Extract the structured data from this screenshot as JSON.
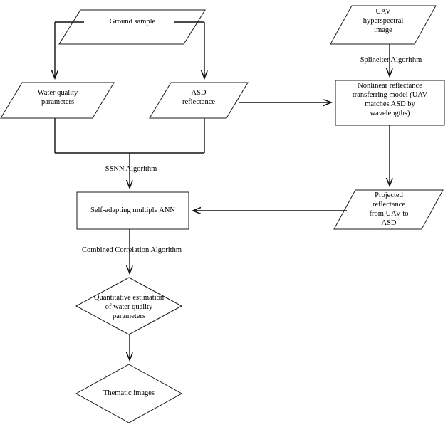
{
  "diagram": {
    "title": "Water quality retrieval workflow flowchart",
    "background_color": "#ffffff",
    "line_color": "#111111",
    "text_color": "#000000"
  },
  "nodes": {
    "ground_sample": {
      "label": "Ground sample",
      "shape": "parallelogram"
    },
    "uav_image": {
      "label": "UAV\nhyperspectral\nimage",
      "shape": "parallelogram"
    },
    "water_quality": {
      "label": "Water quality\nparameters",
      "shape": "parallelogram"
    },
    "asd_reflectance": {
      "label": "ASD\nreflectance",
      "shape": "parallelogram"
    },
    "nonlinear_model": {
      "label": "Nonlinear reflectance\ntransferring model (UAV\nmatches ASD by\nwavelengths)",
      "shape": "rectangle"
    },
    "projected_reflectance": {
      "label": "Projected\nreflectance\nfrom UAV to\nASD",
      "shape": "parallelogram"
    },
    "ann": {
      "label": "Self-adapting multiple ANN",
      "shape": "rectangle"
    },
    "quantitative_estimation": {
      "label": "Quantitative estimation\nof water quality\nparameters",
      "shape": "diamond"
    },
    "thematic_images": {
      "label": "Thematic images",
      "shape": "diamond"
    }
  },
  "edge_labels": {
    "splinelter": "Splinelter Algorithm",
    "ssnn": "SSNN Algorithm",
    "combined_correlation": "Combined Correlation Algorithm"
  }
}
